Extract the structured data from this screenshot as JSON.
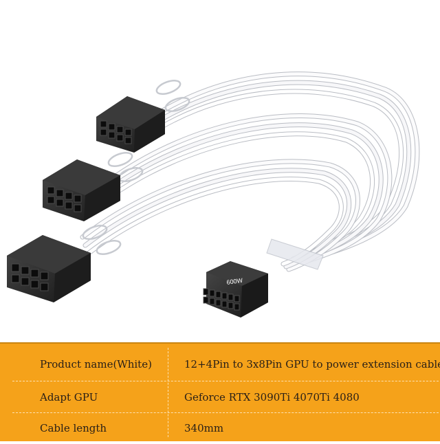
{
  "photo": {
    "description_icon": "gpu-power-cable-photo",
    "connector_marking": "600W"
  },
  "specs": {
    "rows": [
      {
        "label": "Product name(White)",
        "value": "12+4Pin to 3x8Pin GPU to power extension cable"
      },
      {
        "label": "Adapt GPU",
        "value": "Geforce RTX 3090Ti 4070Ti 4080"
      },
      {
        "label": "Cable length",
        "value": "340mm"
      }
    ]
  },
  "colors": {
    "table_background": "#f5a21a",
    "text": "#2a2017",
    "cable": "#f4f4f6",
    "connector": "#262626"
  }
}
